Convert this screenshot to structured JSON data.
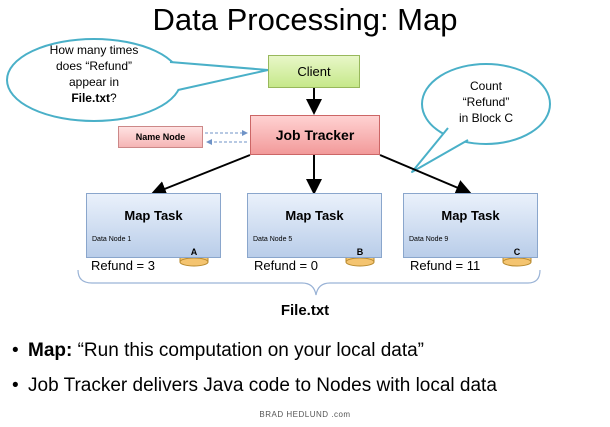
{
  "title": "Data Processing: Map",
  "callout_left": {
    "line1": "How many times",
    "line2": "does “Refund”",
    "line3": "appear in",
    "file": "File.txt",
    "q": "?"
  },
  "callout_right": {
    "line1": "Count",
    "line2": "“Refund”",
    "line3": "in Block C"
  },
  "client": "Client",
  "job_tracker": "Job Tracker",
  "name_node": "Name Node",
  "map_tasks": [
    {
      "label": "Map Task",
      "node": "Data Node 1",
      "block": "A",
      "refund": "Refund = 3"
    },
    {
      "label": "Map Task",
      "node": "Data Node 5",
      "block": "B",
      "refund": "Refund = 0"
    },
    {
      "label": "Map Task",
      "node": "Data Node 9",
      "block": "C",
      "refund": "Refund = 11"
    }
  ],
  "file_label": "File.txt",
  "bullets": {
    "b1_bold": "Map:",
    "b1_rest": " “Run this computation on your local data”",
    "b2": "Job Tracker delivers Java code to Nodes with local data"
  },
  "bullet_char": "•",
  "credit": "BRAD HEDLUND .com",
  "colors": {
    "client": "#c6e88a",
    "job_tracker": "#f29a9a",
    "map_task": "#b9cde9",
    "callout_border": "#4ab0c8",
    "database": "#f4c470"
  }
}
